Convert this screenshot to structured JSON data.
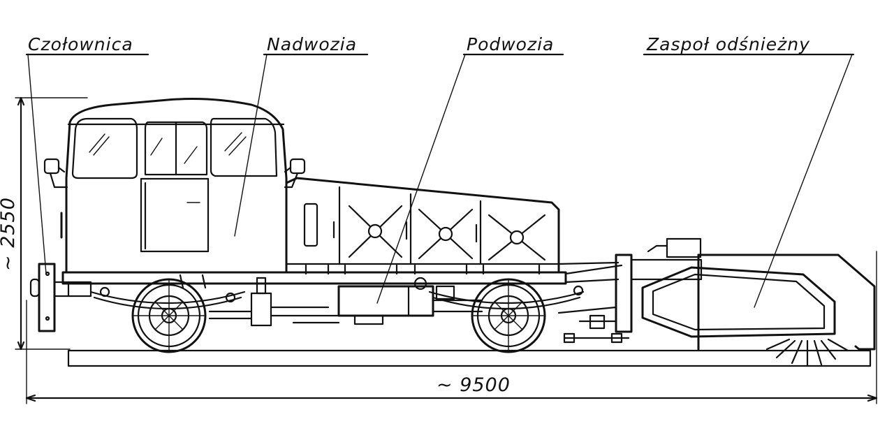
{
  "labels": {
    "front_buffer": "Czołownica",
    "superstructure": "Nadwozia",
    "undercarriage": "Podwozia",
    "snow_plough": "Zaspoł odśnieżny"
  },
  "dimensions": {
    "height": "~ 2550",
    "length": "~ 9500"
  },
  "colors": {
    "ink": "#111111",
    "paper": "#ffffff"
  }
}
